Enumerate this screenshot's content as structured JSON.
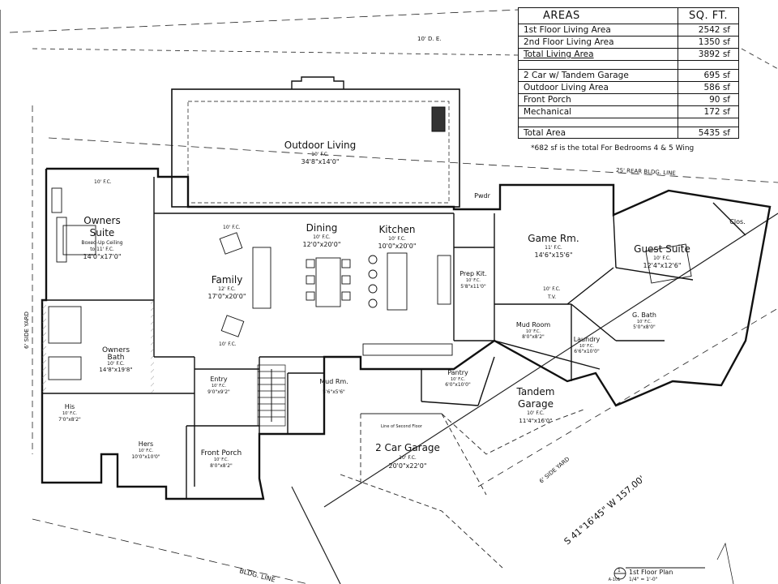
{
  "areas_table": {
    "header_label": "AREAS",
    "header_value": "SQ. FT.",
    "rows": [
      {
        "label": "1st Floor Living Area",
        "value": "2542 sf"
      },
      {
        "label": "2nd Floor Living Area",
        "value": "1350 sf"
      },
      {
        "label": "Total Living Area",
        "value": "3892 sf"
      },
      {
        "label": "",
        "value": ""
      },
      {
        "label": "2 Car w/ Tandem Garage",
        "value": "695 sf"
      },
      {
        "label": "Outdoor Living Area",
        "value": "586 sf"
      },
      {
        "label": "Front Porch",
        "value": "90 sf"
      },
      {
        "label": "Mechanical",
        "value": "172 sf"
      },
      {
        "label": "",
        "value": ""
      },
      {
        "label": "Total Area",
        "value": "5435 sf"
      }
    ],
    "footnote": "*682 sf is the total For Bedrooms 4 & 5 Wing"
  },
  "rooms": {
    "outdoor_living": {
      "name": "Outdoor Living",
      "ceiling": "10' F.C.",
      "size": "34'8\"x14'0\""
    },
    "owners_suite": {
      "name1": "Owners",
      "name2": "Suite",
      "ceiling1": "Boxed-Up Ceiling",
      "ceiling2": "to 11' F.C.",
      "size": "14'0\"x17'0\""
    },
    "family": {
      "name": "Family",
      "ceiling": "12' F.C.",
      "size": "17'0\"x20'0\""
    },
    "dining": {
      "name": "Dining",
      "ceiling": "10' F.C.",
      "size": "12'0\"x20'0\""
    },
    "kitchen": {
      "name": "Kitchen",
      "ceiling": "10' F.C.",
      "size": "10'0\"x20'0\""
    },
    "game_room": {
      "name": "Game Rm.",
      "ceiling": "11' F.C.",
      "size": "14'6\"x15'6\""
    },
    "guest_suite": {
      "name": "Guest Suite",
      "ceiling": "10' F.C.",
      "size": "12'4\"x12'6\""
    },
    "owners_bath": {
      "name1": "Owners",
      "name2": "Bath",
      "ceiling": "10' F.C.",
      "size": "14'8\"x19'8\""
    },
    "his": {
      "name": "His",
      "ceiling": "10' F.C.",
      "size": "7'0\"x8'2\""
    },
    "hers": {
      "name": "Hers",
      "ceiling": "10' F.C.",
      "size": "10'0\"x10'0\""
    },
    "entry": {
      "name": "Entry",
      "ceiling": "10' F.C.",
      "size": "9'0\"x9'2\""
    },
    "front_porch": {
      "name": "Front Porch",
      "ceiling": "10' F.C.",
      "size": "8'0\"x8'2\""
    },
    "mud_rm_small": {
      "name": "Mud Rm.",
      "size": "5'6\"x5'6\""
    },
    "two_car_garage": {
      "name": "2 Car Garage",
      "ceiling": "10' F.C.",
      "size": "20'0\"x22'0\""
    },
    "tandem_garage": {
      "name1": "Tandem",
      "name2": "Garage",
      "ceiling": "10' F.C.",
      "size": "11'4\"x16'0\""
    },
    "pantry": {
      "name": "Pantry",
      "ceiling": "10' F.C.",
      "size": "6'0\"x10'0\""
    },
    "mud_room": {
      "name": "Mud Room",
      "ceiling": "10' F.C.",
      "size": "8'0\"x8'2\""
    },
    "laundry": {
      "name": "Laundry",
      "ceiling": "10' F.C.",
      "size": "6'6\"x10'0\""
    },
    "g_bath": {
      "name": "G. Bath",
      "ceiling": "10' F.C.",
      "size": "5'0\"x8'0\""
    },
    "prep_kit": {
      "name": "Prep Kit.",
      "ceiling": "10' F.C.",
      "size": "5'8\"x11'0\""
    },
    "pwdr": {
      "name": "Pwdr"
    },
    "clos": {
      "name": "Clos."
    }
  },
  "notes": {
    "setback_top": "10' D. E.",
    "rear_bldg_line": "25' REAR BLDG. LINE",
    "side_yard_right": "6' SIDE YARD",
    "side_yard_left": "6' SIDE YARD",
    "property_line": "S 41°16'45\" W 157.00'",
    "bldg_line_bottom": "BLDG. LINE",
    "line_of_second_floor": "Line of Second Floor",
    "fc_10": "10' F.C.",
    "tv": "T.V."
  },
  "title_block": {
    "sheet_number": "1",
    "title": "1st Floor Plan",
    "sheet_ref": "A-101",
    "scale": "1/4\" = 1'-0\""
  }
}
